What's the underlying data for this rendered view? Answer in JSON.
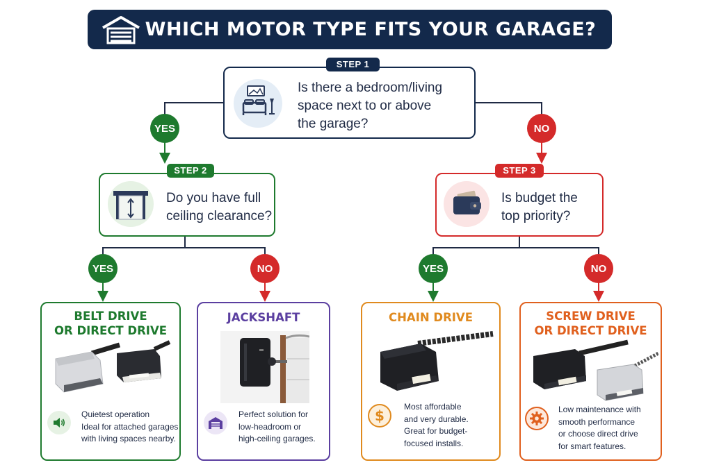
{
  "title": "WHICH MOTOR TYPE FITS YOUR GARAGE?",
  "icons": {
    "title": "garage-icon",
    "step1": "bedroom-icon",
    "step2": "ceiling-clearance-icon",
    "step3": "wallet-icon",
    "belt": "speaker-icon",
    "jackshaft": "garage-door-icon",
    "chain": "dollar-icon",
    "screw": "gear-icon"
  },
  "colors": {
    "navy": "#13294b",
    "green": "#1e7a2e",
    "red": "#d42a2a",
    "purple": "#5b3fa0",
    "orange": "#e08a1e",
    "dark_orange": "#e0601e"
  },
  "step1": {
    "tag": "STEP 1",
    "question_lines": [
      "Is there a bedroom/living",
      "space next to or above",
      "the garage?"
    ]
  },
  "step2": {
    "tag": "STEP 2",
    "question_lines": [
      "Do you have full",
      "ceiling clearance?"
    ]
  },
  "step3": {
    "tag": "STEP 3",
    "question_lines": [
      "Is budget the",
      "top priority?"
    ]
  },
  "answers": {
    "yes": "YES",
    "no": "NO"
  },
  "results": {
    "belt": {
      "title_lines": [
        "BELT DRIVE",
        "OR DIRECT DRIVE"
      ],
      "desc_lines": [
        "Quietest operation",
        "Ideal for attached garages",
        "with living spaces nearby."
      ]
    },
    "jackshaft": {
      "title_lines": [
        "JACKSHAFT"
      ],
      "desc_lines": [
        "Perfect solution for",
        "low-headroom or",
        "high-ceiling garages."
      ]
    },
    "chain": {
      "title_lines": [
        "CHAIN DRIVE"
      ],
      "desc_lines": [
        "Most affordable",
        "and very durable.",
        "Great for budget-",
        "focused installs."
      ]
    },
    "screw": {
      "title_lines": [
        "SCREW DRIVE",
        "OR DIRECT DRIVE"
      ],
      "desc_lines": [
        "Low maintenance with",
        "smooth performance",
        "or choose direct drive",
        "for smart features."
      ]
    }
  }
}
